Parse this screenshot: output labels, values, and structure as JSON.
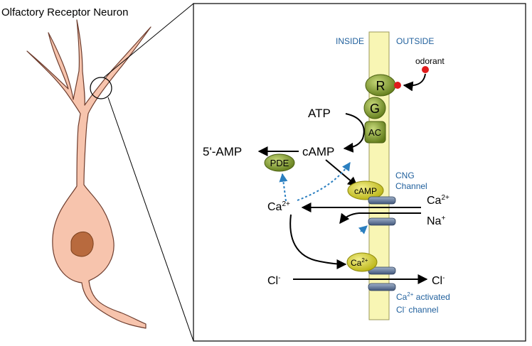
{
  "title": "Olfactory Receptor Neuron",
  "membrane": {
    "inside": "INSIDE",
    "outside": "OUTSIDE"
  },
  "labels": {
    "odorant": "odorant",
    "receptor": "R",
    "g_protein": "G",
    "adenylyl_cyclase": "AC",
    "atp": "ATP",
    "camp": "cAMP",
    "five_amp": "5'-AMP",
    "pde": "PDE",
    "camp_bound": "cAMP",
    "cng_channel_line1": "CNG",
    "cng_channel_line2": "Channel",
    "ca_inside": "Ca",
    "ca_outside": "Ca",
    "ca_bound": "Ca",
    "charge_2plus": "2+",
    "na_outside": "Na",
    "plus": "+",
    "cl_inside": "Cl",
    "cl_outside": "Cl",
    "minus": "-",
    "ca_activated_line1": " activated",
    "ca_activated_ca": "Ca",
    "ca_activated_line2": "Cl",
    "ca_activated_line2_rest": " channel"
  },
  "colors": {
    "neuron_fill": "#f7c4ad",
    "neuron_stroke": "#6e3d2e",
    "nucleus": "#b86a3e",
    "membrane_fill": "#f8f6b4",
    "membrane_stroke": "#9b9a5a",
    "protein_green": "#6f8a22",
    "protein_green_light": "#a6bf4a",
    "protein_yellow": "#c9c419",
    "channel": "#5a6f8c",
    "odorant": "#e01b1b",
    "blue_text": "#1f5f9c",
    "dashed_arrow": "#2b7fc0"
  }
}
